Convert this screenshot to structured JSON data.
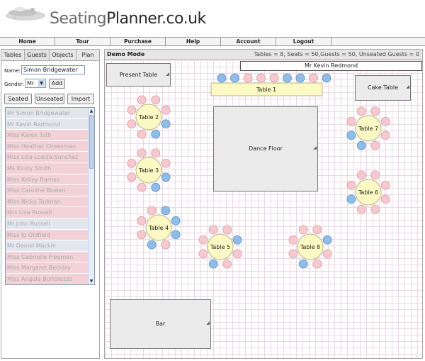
{
  "brand": {
    "prefix": "Seating",
    "suffix": "Planner.co.uk"
  },
  "nav": [
    "Home",
    "Tour",
    "Purchase",
    "Help",
    "Account",
    "Logout"
  ],
  "left_tabs": [
    "Tables",
    "Guests",
    "Objects",
    "Plan"
  ],
  "form": {
    "name_label": "Name:",
    "name_value": "Simon Bridgewater",
    "gender_label": "Gender:",
    "gender_value": "Mr",
    "add_label": "Add"
  },
  "filter_buttons": {
    "seated": "Seated",
    "unseated": "Unseated",
    "import": "Import"
  },
  "guests": [
    {
      "name": "Mr Simon Bridgewater",
      "g": "m"
    },
    {
      "name": "Mr Kevin Redmond",
      "g": "m"
    },
    {
      "name": "Miss Karen Toth",
      "g": "f"
    },
    {
      "name": "Miss Heather Cheesman",
      "g": "f"
    },
    {
      "name": "Miss Lisa Loaiza-Sanchez",
      "g": "f"
    },
    {
      "name": "Ms Kirsty Smith",
      "g": "f"
    },
    {
      "name": "Miss Kelley Barnes",
      "g": "f"
    },
    {
      "name": "Miss Caroline Bowen",
      "g": "f"
    },
    {
      "name": "Miss Nicky Tadman",
      "g": "f"
    },
    {
      "name": "Mrs Lisa Russell",
      "g": "f"
    },
    {
      "name": "Mr John Russell",
      "g": "m"
    },
    {
      "name": "Miss Jo Oldfield",
      "g": "f"
    },
    {
      "name": "Mr Daniel Mackie",
      "g": "m"
    },
    {
      "name": "Miss Gabrielle Freeman",
      "g": "f"
    },
    {
      "name": "Miss Margaret Beckley",
      "g": "f"
    },
    {
      "name": "Miss Angela Bortolozzo",
      "g": "f"
    }
  ],
  "plan": {
    "mode": "Demo Mode",
    "stats": "Tables = 8, Seats = 50,Guests = 50, Unseated Guests = 0",
    "tooltip": "Mr Kevin Redmond",
    "objects": {
      "present": "Present Table",
      "cake": "Cake Table",
      "dance": "Dance Floor",
      "bar": "Bar",
      "table1": "Table 1"
    },
    "tables": [
      {
        "label": "Table 2",
        "seats": [
          "f",
          "f",
          "f",
          "m",
          "m",
          "f",
          "f",
          "f"
        ]
      },
      {
        "label": "Table 3",
        "seats": [
          "f",
          "f",
          "f",
          "m",
          "m",
          "f",
          "f",
          "f"
        ]
      },
      {
        "label": "Table 4",
        "seats": [
          "f",
          "m",
          "m",
          "m",
          "f",
          "m",
          "f",
          "f"
        ]
      },
      {
        "label": "Table 5",
        "seats": [
          "f",
          "f",
          "m",
          "f",
          "f",
          "m",
          "f",
          "f"
        ]
      },
      {
        "label": "Table 6",
        "seats": [
          "f",
          "f",
          "f",
          "f",
          "f",
          "f",
          "m",
          "f"
        ]
      },
      {
        "label": "Table 7",
        "seats": [
          "f",
          "f",
          "f",
          "f",
          "f",
          "m",
          "m",
          "f"
        ]
      },
      {
        "label": "Table 8",
        "seats": [
          "f",
          "f",
          "m",
          "f",
          "f",
          "m",
          "f",
          "f"
        ]
      }
    ],
    "table1_seats": [
      "m",
      "m",
      "f",
      "f",
      "f",
      "m",
      "m",
      "f",
      "m"
    ]
  },
  "colors": {
    "female": "#f6c9cf",
    "male": "#8fbde8",
    "table": "#fdf9c4"
  }
}
